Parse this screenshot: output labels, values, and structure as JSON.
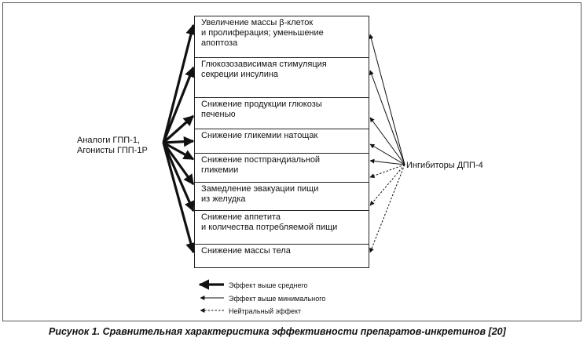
{
  "left_label": "Аналоги ГПП-1,\nАгонисты ГПП-1Р",
  "right_label": "Ингибиторы ДПП-4",
  "effects": [
    {
      "text": "Увеличение массы β-клеток\nи пролиферация; уменьшение\nапоптоза",
      "glp1": "above-average",
      "dpp4": "minimal"
    },
    {
      "text": "Глюкозозависимая стимуляция\nсекреции инсулина",
      "glp1": "above-average",
      "dpp4": "minimal"
    },
    {
      "text": "Снижение продукции глюкозы\nпеченью",
      "glp1": "above-average",
      "dpp4": "minimal"
    },
    {
      "text": "Снижение гликемии натощак",
      "glp1": "above-average",
      "dpp4": "minimal"
    },
    {
      "text": "Снижение постпрандиальной\nгликемии",
      "glp1": "above-average",
      "dpp4": "minimal"
    },
    {
      "text": "Замедление эвакуации пищи\nиз желудка",
      "glp1": "above-average",
      "dpp4": "neutral"
    },
    {
      "text": "Снижение аппетита\nи количества потребляемой пищи",
      "glp1": "above-average",
      "dpp4": "neutral"
    },
    {
      "text": "Снижение массы тела",
      "glp1": "above-average",
      "dpp4": "neutral"
    }
  ],
  "legend": {
    "above_average": "Эффект выше среднего",
    "minimal": "Эффект выше минимального",
    "neutral": "Нейтральный эффект"
  },
  "caption": "Рисунок 1. Сравнительная характеристика эффективности препаратов-инкретинов [20]"
}
